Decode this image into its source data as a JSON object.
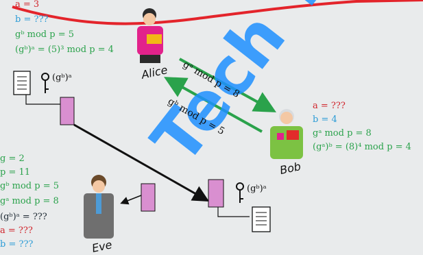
{
  "colors": {
    "red": "#d0252c",
    "blue": "#2a9bd6",
    "green": "#2aa24b",
    "watermark": "#1e90ff"
  },
  "watermark": "Tech Tu",
  "actors": {
    "alice": "Alice",
    "bob": "Bob",
    "eve": "Eve"
  },
  "alice_panel": {
    "a": "a = 3",
    "b": "b = ???",
    "gb_mod": "gᵇ mod p = 5",
    "shared": "(gᵇ)ᵃ = (5)³ mod p = 4"
  },
  "bob_panel": {
    "a": "a = ???",
    "b": "b = 4",
    "ga_mod": "gᵃ mod p = 8",
    "shared": "(gᵃ)ᵇ = (8)⁴ mod p = 4"
  },
  "eve_panel": {
    "g": "g = 2",
    "p": "p = 11",
    "gb_mod": "gᵇ mod p = 5",
    "ga_mod": "gᵃ mod p = 8",
    "gb_a": "(gᵇ)ᵃ = ???",
    "a": "a = ???",
    "b": "b = ???"
  },
  "arrows": {
    "to_bob": "gᵃ mod p = 8",
    "to_alice": "gᵇ mod p = 5"
  },
  "keys": {
    "alice_key": "(gᵇ)ᵃ",
    "bob_key": "(gᵇ)ᵃ"
  }
}
